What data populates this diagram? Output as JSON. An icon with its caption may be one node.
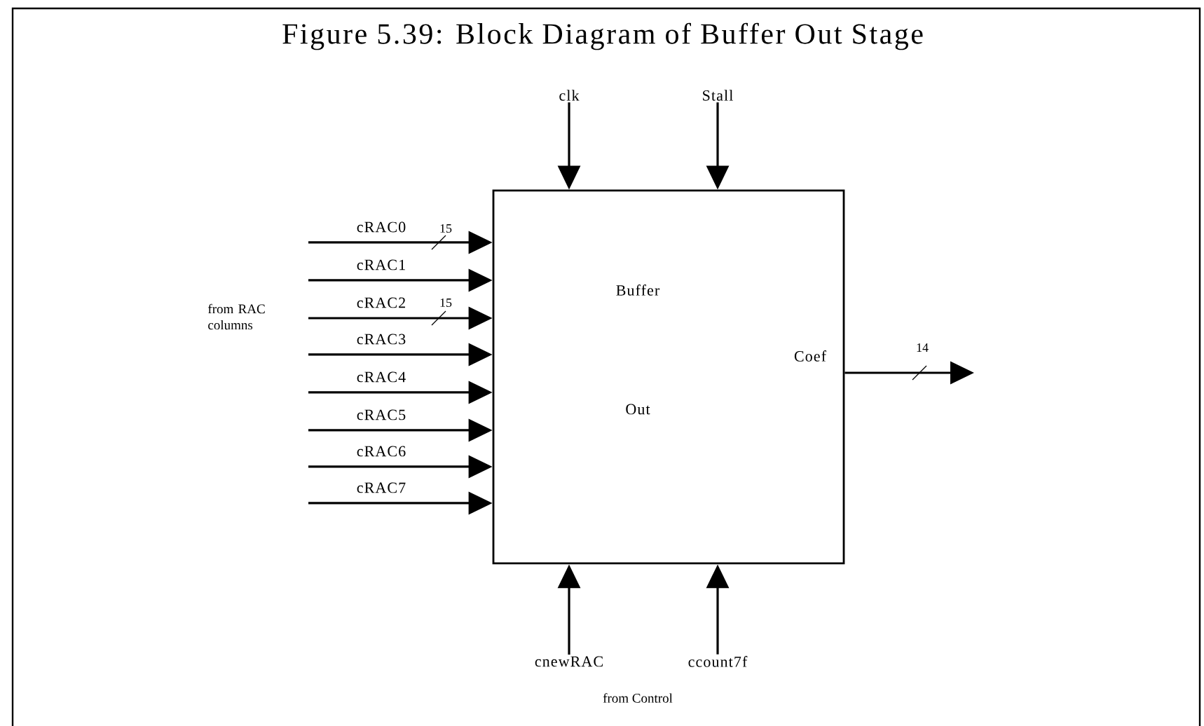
{
  "diagram": {
    "title": "Figure 5.39: Block Diagram of Buffer Out Stage",
    "nodes": [
      {
        "text": [
          "Buffer",
          "Out"
        ]
      },
      {
        "text": [
          "clk"
        ]
      },
      {
        "text": [
          "Stall"
        ]
      },
      {
        "text": [
          "cnewRAC"
        ]
      },
      {
        "text": [
          "ccount7f"
        ]
      }
    ],
    "edges": [
      {
        "from": null,
        "to": 0,
        "arrow": "to",
        "label": "cRAC0"
      },
      {
        "from": null,
        "to": 0,
        "arrow": "to",
        "label": "cRAC1"
      },
      {
        "from": null,
        "to": 0,
        "arrow": "to",
        "label": "cRAC2"
      },
      {
        "from": null,
        "to": 0,
        "arrow": "to",
        "label": "cRAC3"
      },
      {
        "from": null,
        "to": 0,
        "arrow": "to",
        "label": "cRAC4"
      },
      {
        "from": null,
        "to": 0,
        "arrow": "to",
        "label": "cRAC5"
      },
      {
        "from": null,
        "to": 0,
        "arrow": "to",
        "label": "cRAC6"
      },
      {
        "from": null,
        "to": 0,
        "arrow": "to",
        "label": "cRAC7"
      },
      {
        "from": 1,
        "to": 0,
        "arrow": "to"
      },
      {
        "from": 2,
        "to": 0,
        "arrow": "to"
      },
      {
        "from": 3,
        "to": 0,
        "arrow": "to"
      },
      {
        "from": 4,
        "to": 0,
        "arrow": "to"
      },
      {
        "from": 0,
        "to": null,
        "arrow": "to",
        "label": "Coef"
      }
    ],
    "labels": [
      "15",
      "from RAC columns",
      "15",
      "14",
      "from Control"
    ]
  }
}
